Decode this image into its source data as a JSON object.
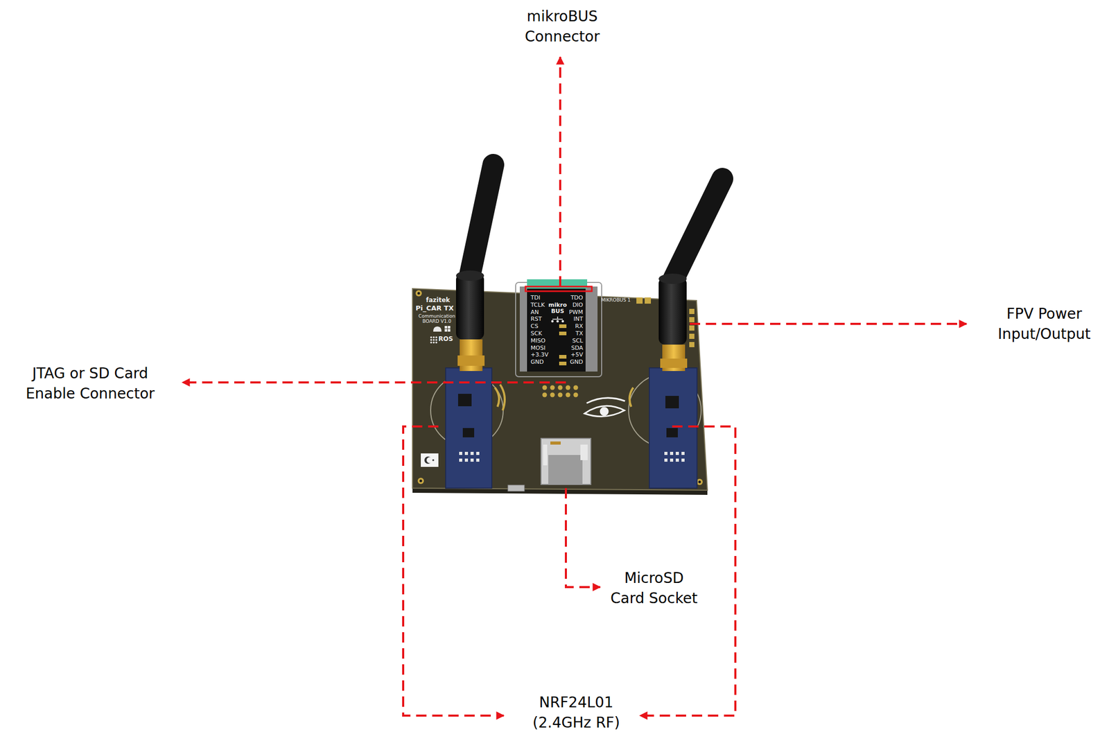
{
  "diagram": {
    "labels": [
      "mikroBUS Connector",
      "fazitek",
      "Pi_CAR TX",
      "Communication BOARD V1.0",
      "ROS",
      "mikro BUS",
      "MIKROBUS 1",
      "TDI",
      "TCLK",
      "AN",
      "RST",
      "CS",
      "SCK",
      "MISO",
      "MOSI",
      "+3.3V",
      "GND",
      "TDO",
      "DIO",
      "PWM",
      "INT",
      "RX",
      "TX",
      "SCL",
      "SDA",
      "+5V",
      "GND",
      "FPV Power Input/Output",
      "JTAG or SD Card Enable Connector",
      "MicroSD Card Socket",
      "NRF24L01 (2.4GHz RF)"
    ]
  }
}
